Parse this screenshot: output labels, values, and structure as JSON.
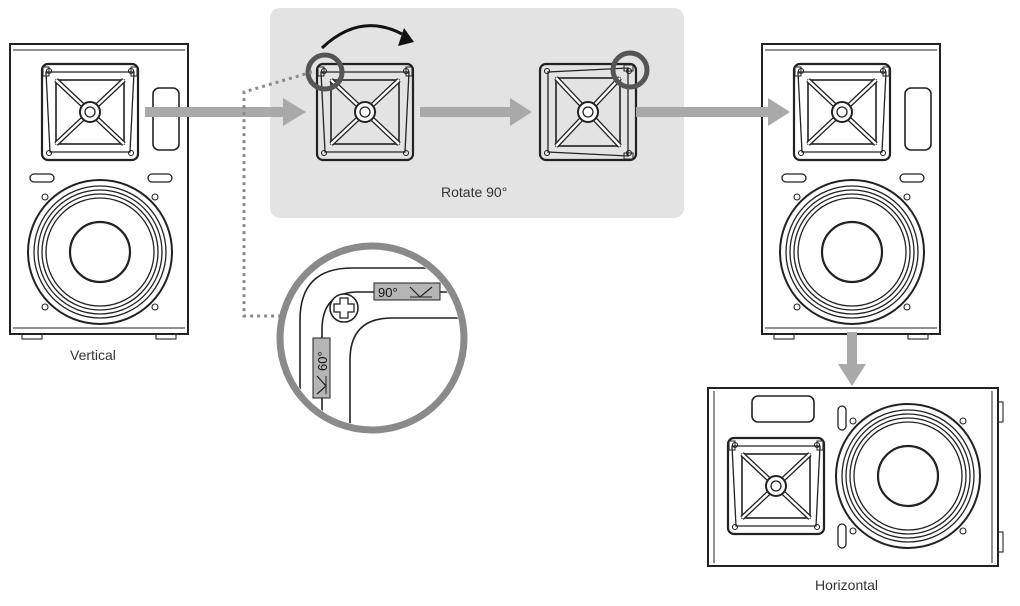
{
  "labels": {
    "vertical": "Vertical",
    "horizontal": "Horizontal",
    "rotate": "Rotate 90°"
  },
  "detail": {
    "badge_top": "90°",
    "badge_side": "60°"
  },
  "colors": {
    "panel": "#e3e3e3",
    "arrow": "#a9a9a9",
    "line": "#222222",
    "highlight_ring": "#555555",
    "dotted": "#8a8a8a"
  },
  "icons": [
    "rotate-arrow-icon",
    "flow-arrow-icon",
    "plus-screw-icon",
    "coverage-angle-icon"
  ]
}
